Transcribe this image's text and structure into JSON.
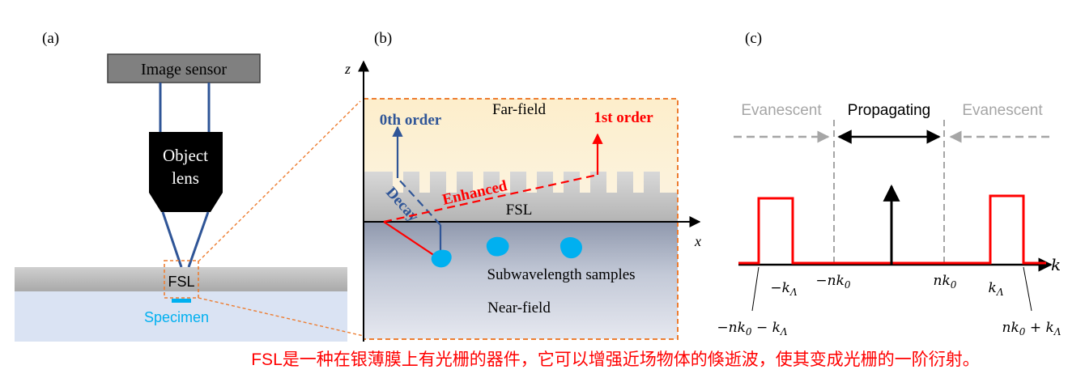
{
  "panel_a": {
    "label": "(a)",
    "image_sensor": "Image sensor",
    "object_lens_line1": "Object",
    "object_lens_line2": "lens",
    "fsl": "FSL",
    "specimen": "Specimen"
  },
  "panel_b": {
    "label": "(b)",
    "axis_z": "z",
    "axis_x": "x",
    "far_field": "Far-field",
    "zeroth_order": "0th order",
    "first_order": "1st order",
    "decay": "Decay",
    "enhanced": "Enhanced",
    "fsl": "FSL",
    "subwavelength": "Subwavelength samples",
    "near_field": "Near-field"
  },
  "panel_c": {
    "label": "(c)",
    "evanescent_left": "Evanescent",
    "propagating": "Propagating",
    "evanescent_right": "Evanescent",
    "axis_k": "k",
    "tick_neg_k_lambda": "−k_Λ",
    "tick_neg_nk0": "−nk_0",
    "tick_nk0": "nk_0",
    "tick_k_lambda": "k_Λ",
    "label_neg_nk0_minus": "−nk_0 − k_Λ",
    "label_nk0_plus": "nk_0 + k_Λ"
  },
  "caption": "FSL是一种在银薄膜上有光栅的器件，它可以增强近场物体的倏逝波，使其变成光栅的一阶衍射。",
  "colors": {
    "blue_beam": "#2f5597",
    "red": "#ff0000",
    "orange_dash": "#ed7d31",
    "specimen": "#00b0f0",
    "caption": "#ff0000",
    "grey_dash": "#a6a6a6"
  }
}
